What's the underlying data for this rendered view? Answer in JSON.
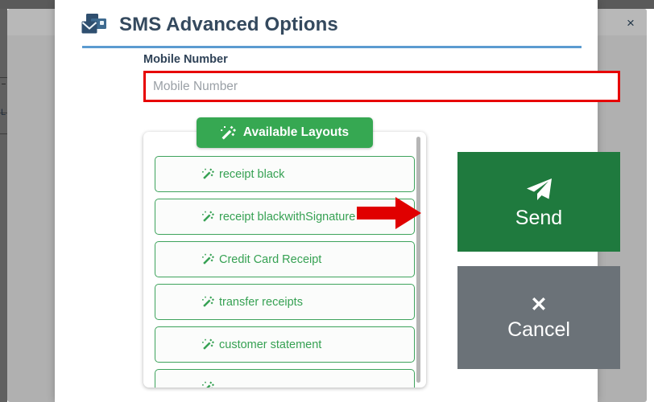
{
  "window": {
    "close_label": "×"
  },
  "modal": {
    "icon": "sms-messages-icon",
    "title": "SMS Advanced Options",
    "accent_blue": "#5b9bd0"
  },
  "mobile_field": {
    "label": "Mobile Number",
    "placeholder": "Mobile Number",
    "value": "",
    "highlight_color": "#e70000"
  },
  "layouts": {
    "header_label": "Available Layouts",
    "header_icon": "magic-wand-icon",
    "header_color": "#36a852",
    "item_color": "#36a153",
    "items": [
      {
        "label": "receipt black",
        "icon": "magic-wand-icon"
      },
      {
        "label": "receipt blackwithSignature",
        "icon": "magic-wand-icon"
      },
      {
        "label": "Credit Card Receipt",
        "icon": "magic-wand-icon"
      },
      {
        "label": "transfer receipts",
        "icon": "magic-wand-icon"
      },
      {
        "label": "customer statement",
        "icon": "magic-wand-icon"
      },
      {
        "label": "",
        "icon": "magic-wand-icon"
      }
    ]
  },
  "actions": {
    "send_label": "Send",
    "send_icon": "paper-plane-icon",
    "send_color": "#1f7a3e",
    "cancel_label": "Cancel",
    "cancel_icon": "close-x-icon",
    "cancel_color": "#6b7278"
  },
  "annotation": {
    "arrow": "red-arrow-right",
    "color": "#e00000"
  }
}
